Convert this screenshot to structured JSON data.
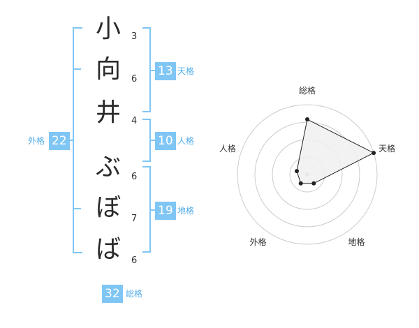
{
  "name": {
    "chars": [
      "小",
      "向",
      "井",
      "ぶ",
      "ぼ",
      "ば"
    ],
    "counts": [
      "3",
      "6",
      "4",
      "6",
      "7",
      "6"
    ]
  },
  "grids": {
    "tenkaku": {
      "value": "13",
      "label": "天格"
    },
    "jinkaku": {
      "value": "10",
      "label": "人格"
    },
    "chikaku": {
      "value": "19",
      "label": "地格"
    },
    "gaikaku": {
      "value": "22",
      "label": "外格"
    },
    "soukaku": {
      "value": "32",
      "label": "総格"
    }
  },
  "chart_data": {
    "type": "radar",
    "axes": [
      "総格",
      "天格",
      "地格",
      "外格",
      "人格"
    ],
    "values": [
      4,
      5,
      1,
      1,
      1
    ],
    "rmax": 5,
    "rings": 4,
    "colors": {
      "fill": "#f0f0f0",
      "stroke": "#222222",
      "ring": "#cccccc",
      "center": "#bbbbbb"
    }
  }
}
